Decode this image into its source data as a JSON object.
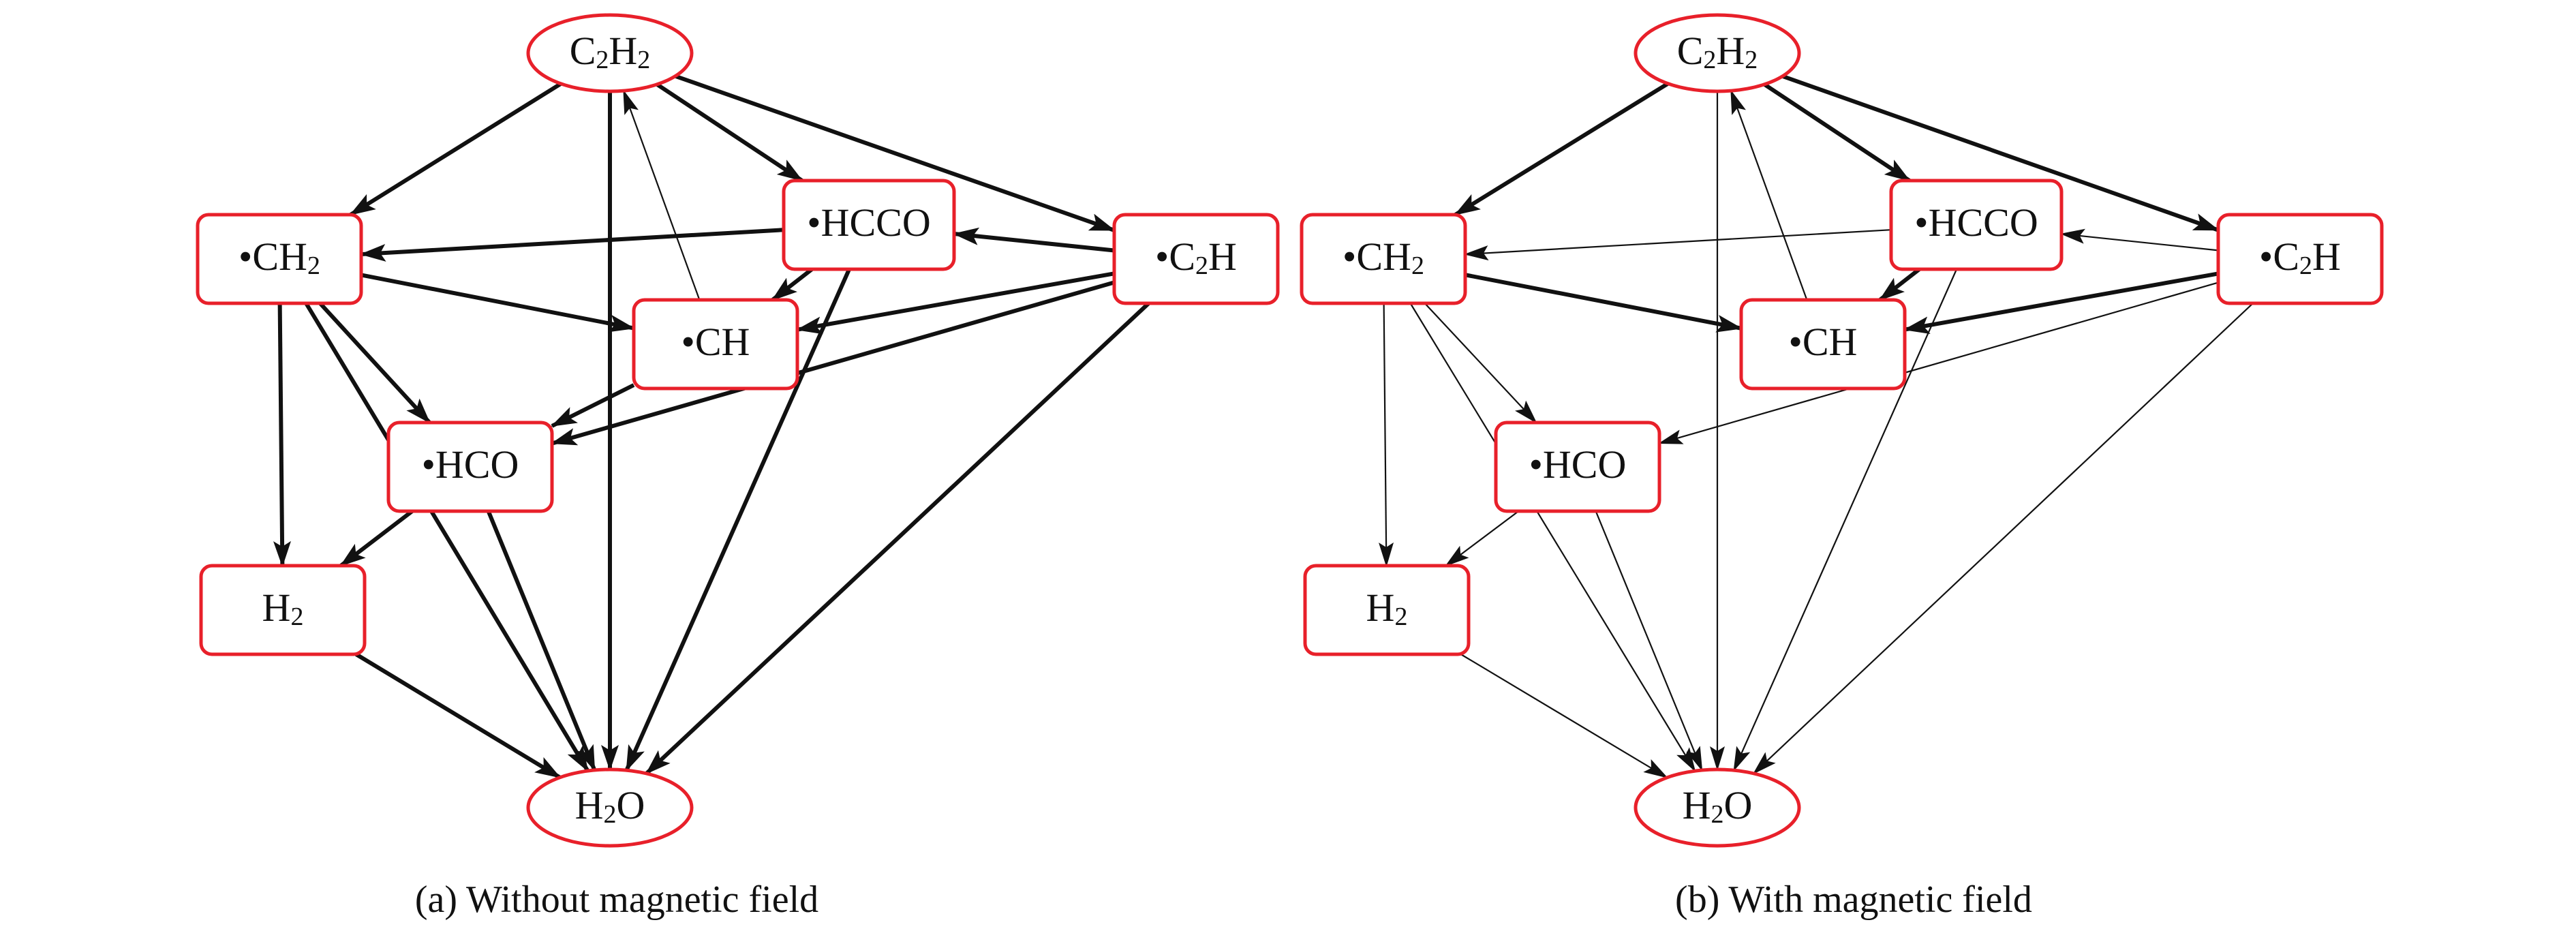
{
  "colors": {
    "node_border": "#e8202a",
    "edge": "#111111",
    "text": "#111111"
  },
  "panels": [
    {
      "id": "a",
      "caption": "(a) Without magnetic field",
      "nodes": [
        {
          "id": "C2H2",
          "label": [
            {
              "t": "C"
            },
            {
              "t": "2",
              "sub": true
            },
            {
              "t": "H"
            },
            {
              "t": "2",
              "sub": true
            }
          ],
          "shape": "ellipse"
        },
        {
          "id": "CH2",
          "label": [
            {
              "t": "•CH"
            },
            {
              "t": "2",
              "sub": true
            }
          ],
          "shape": "rect"
        },
        {
          "id": "HCCO",
          "label": [
            {
              "t": "•HCCO"
            }
          ],
          "shape": "rect"
        },
        {
          "id": "C2H",
          "label": [
            {
              "t": "•C"
            },
            {
              "t": "2",
              "sub": true
            },
            {
              "t": "H"
            }
          ],
          "shape": "rect"
        },
        {
          "id": "CH",
          "label": [
            {
              "t": "•CH"
            }
          ],
          "shape": "rect"
        },
        {
          "id": "HCO",
          "label": [
            {
              "t": "•HCO"
            }
          ],
          "shape": "rect"
        },
        {
          "id": "H2",
          "label": [
            {
              "t": "H"
            },
            {
              "t": "2",
              "sub": true
            }
          ],
          "shape": "rect"
        },
        {
          "id": "H2O",
          "label": [
            {
              "t": "H"
            },
            {
              "t": "2",
              "sub": true
            },
            {
              "t": "O"
            }
          ],
          "shape": "ellipse"
        }
      ],
      "edges": [
        {
          "from": "C2H2",
          "to": "CH2",
          "weight": "thick"
        },
        {
          "from": "C2H2",
          "to": "HCCO",
          "weight": "thick"
        },
        {
          "from": "C2H2",
          "to": "C2H",
          "weight": "thick"
        },
        {
          "from": "C2H2",
          "to": "H2O",
          "weight": "thick"
        },
        {
          "from": "CH",
          "to": "C2H2",
          "weight": "thin"
        },
        {
          "from": "HCCO",
          "to": "CH2",
          "weight": "thick"
        },
        {
          "from": "C2H",
          "to": "HCCO",
          "weight": "thick"
        },
        {
          "from": "CH2",
          "to": "CH",
          "weight": "thick"
        },
        {
          "from": "HCCO",
          "to": "CH",
          "weight": "thick"
        },
        {
          "from": "C2H",
          "to": "CH",
          "weight": "thick"
        },
        {
          "from": "CH2",
          "to": "HCO",
          "weight": "thick"
        },
        {
          "from": "CH",
          "to": "HCO",
          "weight": "thick"
        },
        {
          "from": "C2H",
          "to": "HCO",
          "weight": "thick"
        },
        {
          "from": "CH2",
          "to": "H2",
          "weight": "thick"
        },
        {
          "from": "HCO",
          "to": "H2",
          "weight": "thick"
        },
        {
          "from": "CH2",
          "to": "H2O",
          "weight": "thick"
        },
        {
          "from": "H2",
          "to": "H2O",
          "weight": "thick"
        },
        {
          "from": "HCO",
          "to": "H2O",
          "weight": "thick"
        },
        {
          "from": "HCCO",
          "to": "H2O",
          "weight": "thick"
        },
        {
          "from": "C2H",
          "to": "H2O",
          "weight": "thick"
        }
      ]
    },
    {
      "id": "b",
      "caption": "(b) With magnetic field",
      "nodes": [
        {
          "id": "C2H2",
          "label": [
            {
              "t": "C"
            },
            {
              "t": "2",
              "sub": true
            },
            {
              "t": "H"
            },
            {
              "t": "2",
              "sub": true
            }
          ],
          "shape": "ellipse"
        },
        {
          "id": "CH2",
          "label": [
            {
              "t": "•CH"
            },
            {
              "t": "2",
              "sub": true
            }
          ],
          "shape": "rect"
        },
        {
          "id": "HCCO",
          "label": [
            {
              "t": "•HCCO"
            }
          ],
          "shape": "rect"
        },
        {
          "id": "C2H",
          "label": [
            {
              "t": "•C"
            },
            {
              "t": "2",
              "sub": true
            },
            {
              "t": "H"
            }
          ],
          "shape": "rect"
        },
        {
          "id": "CH",
          "label": [
            {
              "t": "•CH"
            }
          ],
          "shape": "rect"
        },
        {
          "id": "HCO",
          "label": [
            {
              "t": "•HCO"
            }
          ],
          "shape": "rect"
        },
        {
          "id": "H2",
          "label": [
            {
              "t": "H"
            },
            {
              "t": "2",
              "sub": true
            }
          ],
          "shape": "rect"
        },
        {
          "id": "H2O",
          "label": [
            {
              "t": "H"
            },
            {
              "t": "2",
              "sub": true
            },
            {
              "t": "O"
            }
          ],
          "shape": "ellipse"
        }
      ],
      "edges": [
        {
          "from": "C2H2",
          "to": "CH2",
          "weight": "thick"
        },
        {
          "from": "C2H2",
          "to": "HCCO",
          "weight": "thick"
        },
        {
          "from": "C2H2",
          "to": "C2H",
          "weight": "thick"
        },
        {
          "from": "C2H2",
          "to": "H2O",
          "weight": "thin"
        },
        {
          "from": "CH",
          "to": "C2H2",
          "weight": "thin"
        },
        {
          "from": "HCCO",
          "to": "CH2",
          "weight": "thin"
        },
        {
          "from": "C2H",
          "to": "HCCO",
          "weight": "thin"
        },
        {
          "from": "CH2",
          "to": "CH",
          "weight": "thick"
        },
        {
          "from": "HCCO",
          "to": "CH",
          "weight": "thick"
        },
        {
          "from": "C2H",
          "to": "CH",
          "weight": "thick"
        },
        {
          "from": "CH2",
          "to": "HCO",
          "weight": "thin"
        },
        {
          "from": "C2H",
          "to": "HCO",
          "weight": "thin"
        },
        {
          "from": "CH2",
          "to": "H2",
          "weight": "thin"
        },
        {
          "from": "HCO",
          "to": "H2",
          "weight": "thin"
        },
        {
          "from": "CH2",
          "to": "H2O",
          "weight": "thin"
        },
        {
          "from": "H2",
          "to": "H2O",
          "weight": "thin"
        },
        {
          "from": "HCO",
          "to": "H2O",
          "weight": "thin"
        },
        {
          "from": "HCCO",
          "to": "H2O",
          "weight": "thin"
        },
        {
          "from": "C2H",
          "to": "H2O",
          "weight": "thin"
        }
      ]
    }
  ]
}
